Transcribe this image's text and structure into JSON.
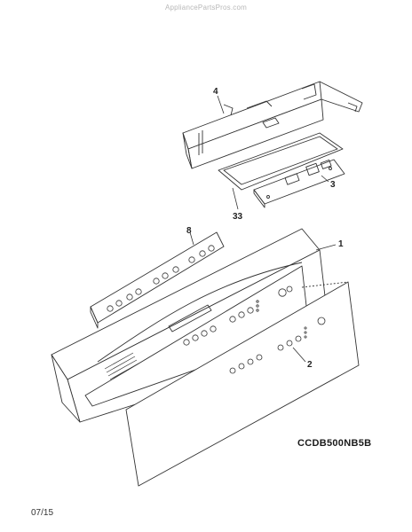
{
  "watermark": "AppliancePartsPros.com",
  "model": "CCDB500NB5B",
  "footer_date": "07/15",
  "callouts": [
    "4",
    "33",
    "3",
    "8",
    "1",
    "2"
  ]
}
